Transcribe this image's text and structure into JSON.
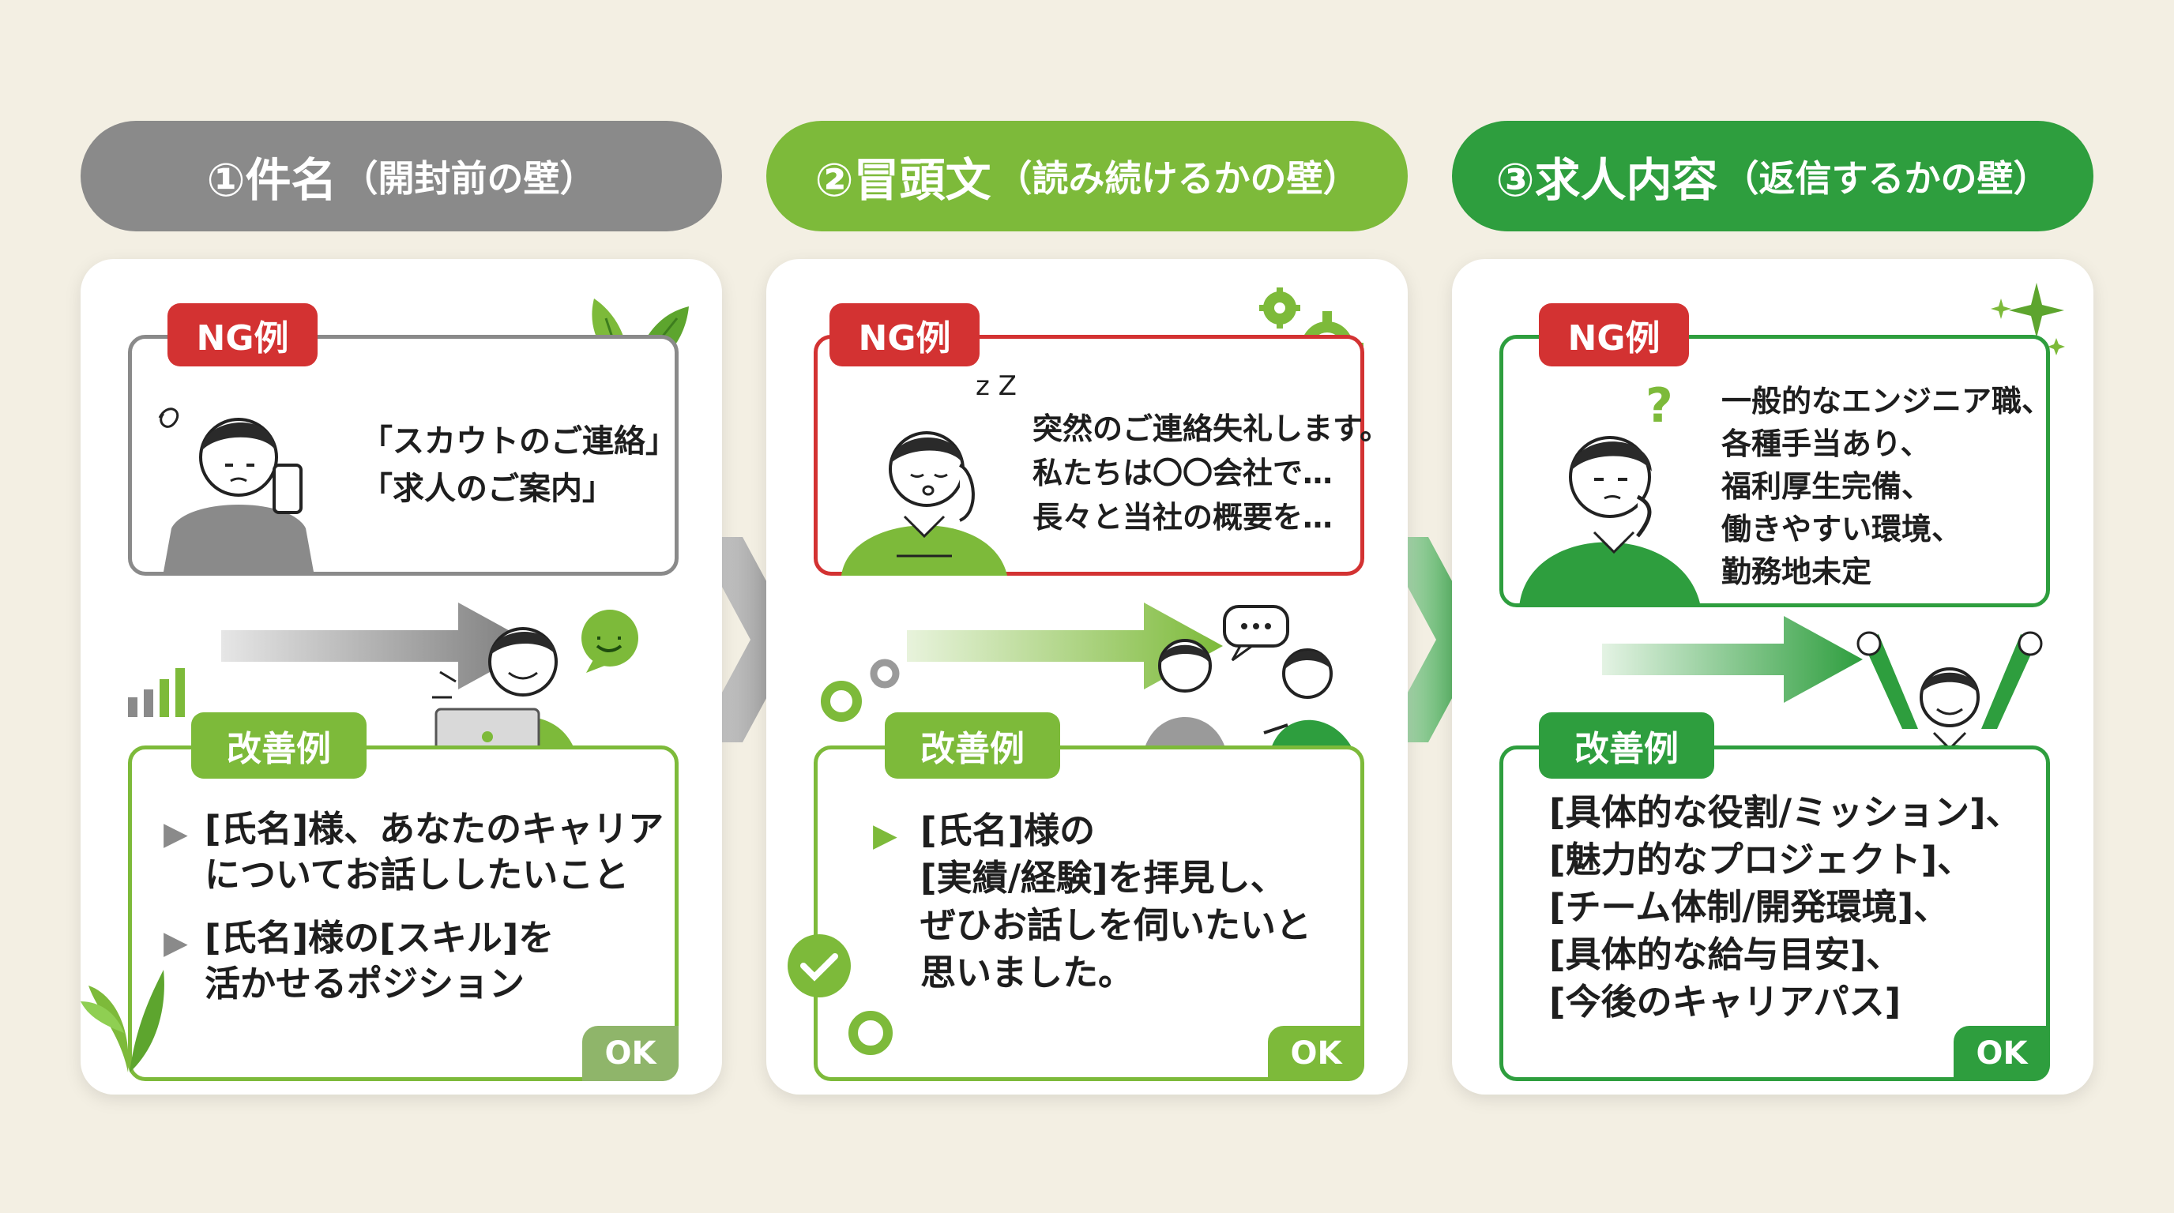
{
  "colors": {
    "gray": "#8a8a8a",
    "green_light": "#7dba3a",
    "green_dark": "#2e9e3e",
    "ng_red": "#d33232"
  },
  "columns": [
    {
      "header_main": "①件名",
      "header_sub": "（開封前の壁）",
      "ng_label": "NG例",
      "ng_lines": [
        "「スカウトのご連絡」",
        "「求人のご案内」"
      ],
      "ok_label": "改善例",
      "ok_items": [
        [
          "[氏名]様、あなたのキャリア",
          "についてお話ししたいこと"
        ],
        [
          "[氏名]様の[スキル]を",
          "活かせるポジション"
        ]
      ],
      "ok_badge": "OK"
    },
    {
      "header_main": "②冒頭文",
      "header_sub": "（読み続けるかの壁）",
      "ng_label": "NG例",
      "ng_lines": [
        "突然のご連絡失礼します。",
        "私たちは〇〇会社で…",
        "長々と当社の概要を…"
      ],
      "ok_label": "改善例",
      "ok_items": [
        [
          "[氏名]様の",
          "[実績/経験]を拝見し、",
          "ぜひお話しを伺いたいと",
          "思いました。"
        ]
      ],
      "ok_badge": "OK"
    },
    {
      "header_main": "③求人内容",
      "header_sub": "（返信するかの壁）",
      "ng_label": "NG例",
      "ng_lines": [
        "一般的なエンジニア職、",
        "各種手当あり、",
        "福利厚生完備、",
        "働きやすい環境、",
        "勤務地未定"
      ],
      "ok_label": "改善例",
      "ok_lines": [
        "[具体的な役割/ミッション]、",
        "[魅力的なプロジェクト]、",
        "[チーム体制/開発環境]、",
        "[具体的な給与目安]、",
        "[今後のキャリアパス]"
      ],
      "ok_badge": "OK"
    }
  ],
  "icons": {
    "bullet": "▶",
    "sleep": "z Z",
    "question": "?",
    "chat": "…"
  }
}
